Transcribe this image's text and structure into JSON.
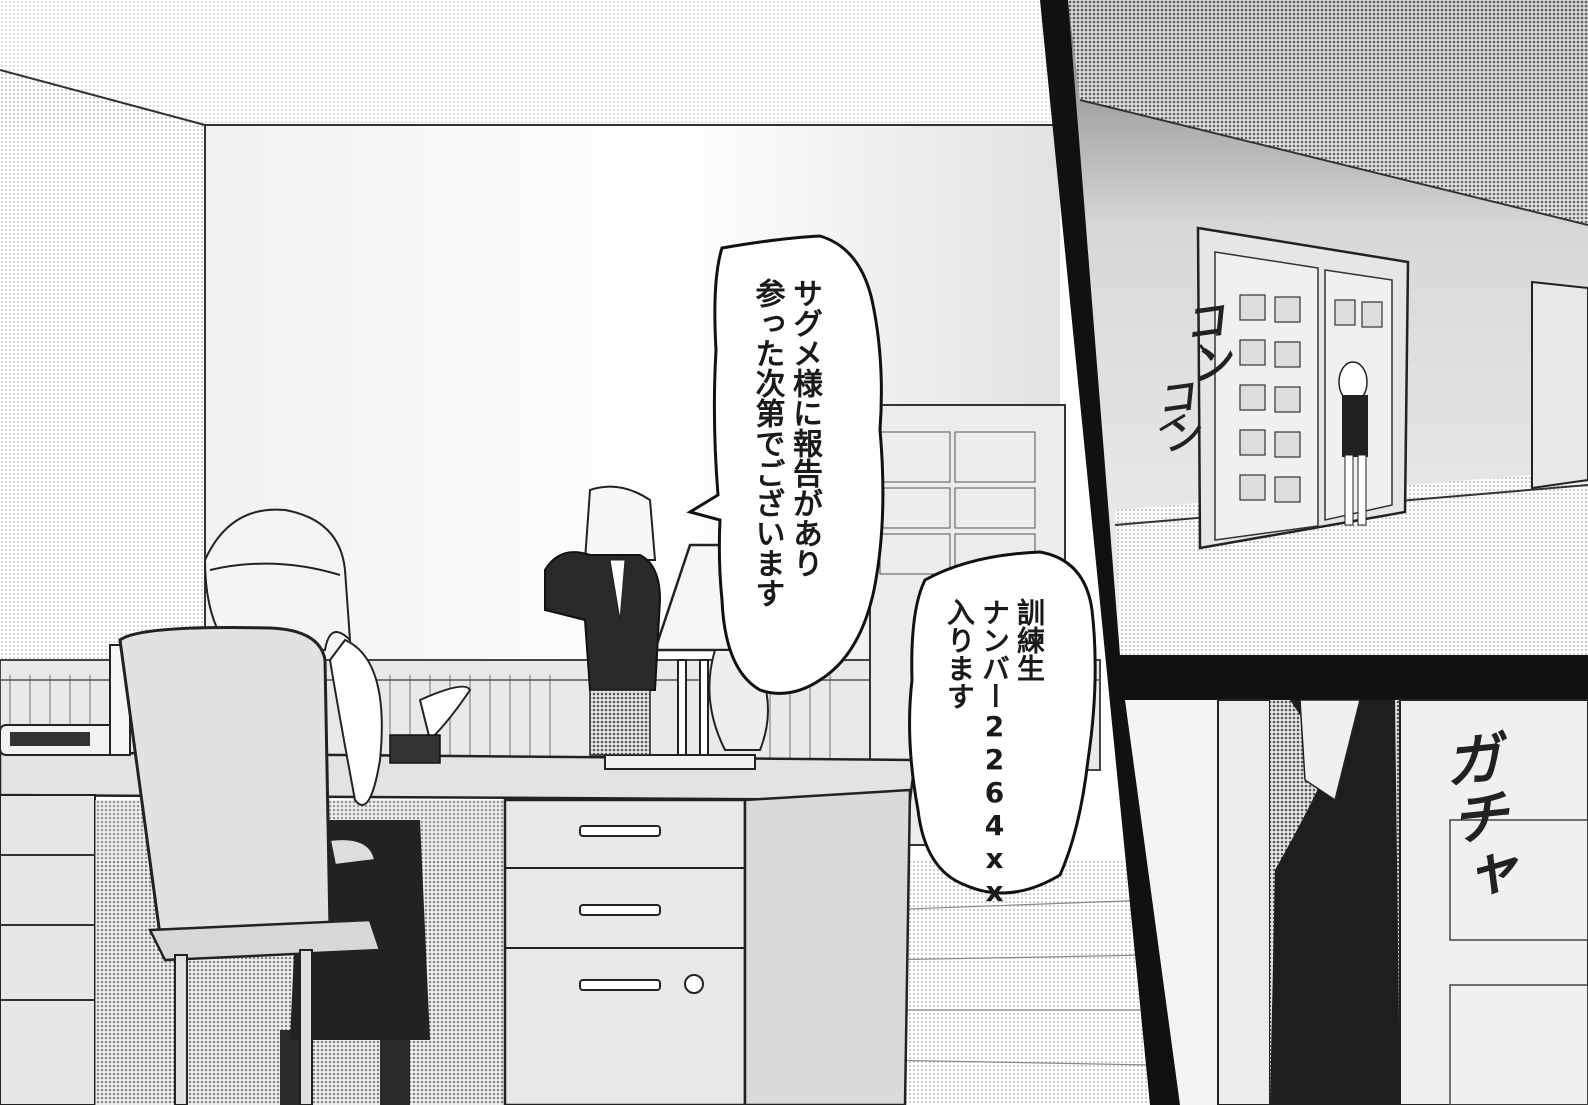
{
  "speech": {
    "report": "サグメ様に報告があり\n参った次第でございます",
    "enter": "訓練生\nナンバー2264xx\n入ります"
  },
  "sfx": {
    "knock1": "コン",
    "knock2": "コン",
    "door_open": "ガチャ"
  },
  "colors": {
    "ink": "#1a1a1a",
    "paper": "#ffffff",
    "screentone": "#cfcfcf"
  }
}
